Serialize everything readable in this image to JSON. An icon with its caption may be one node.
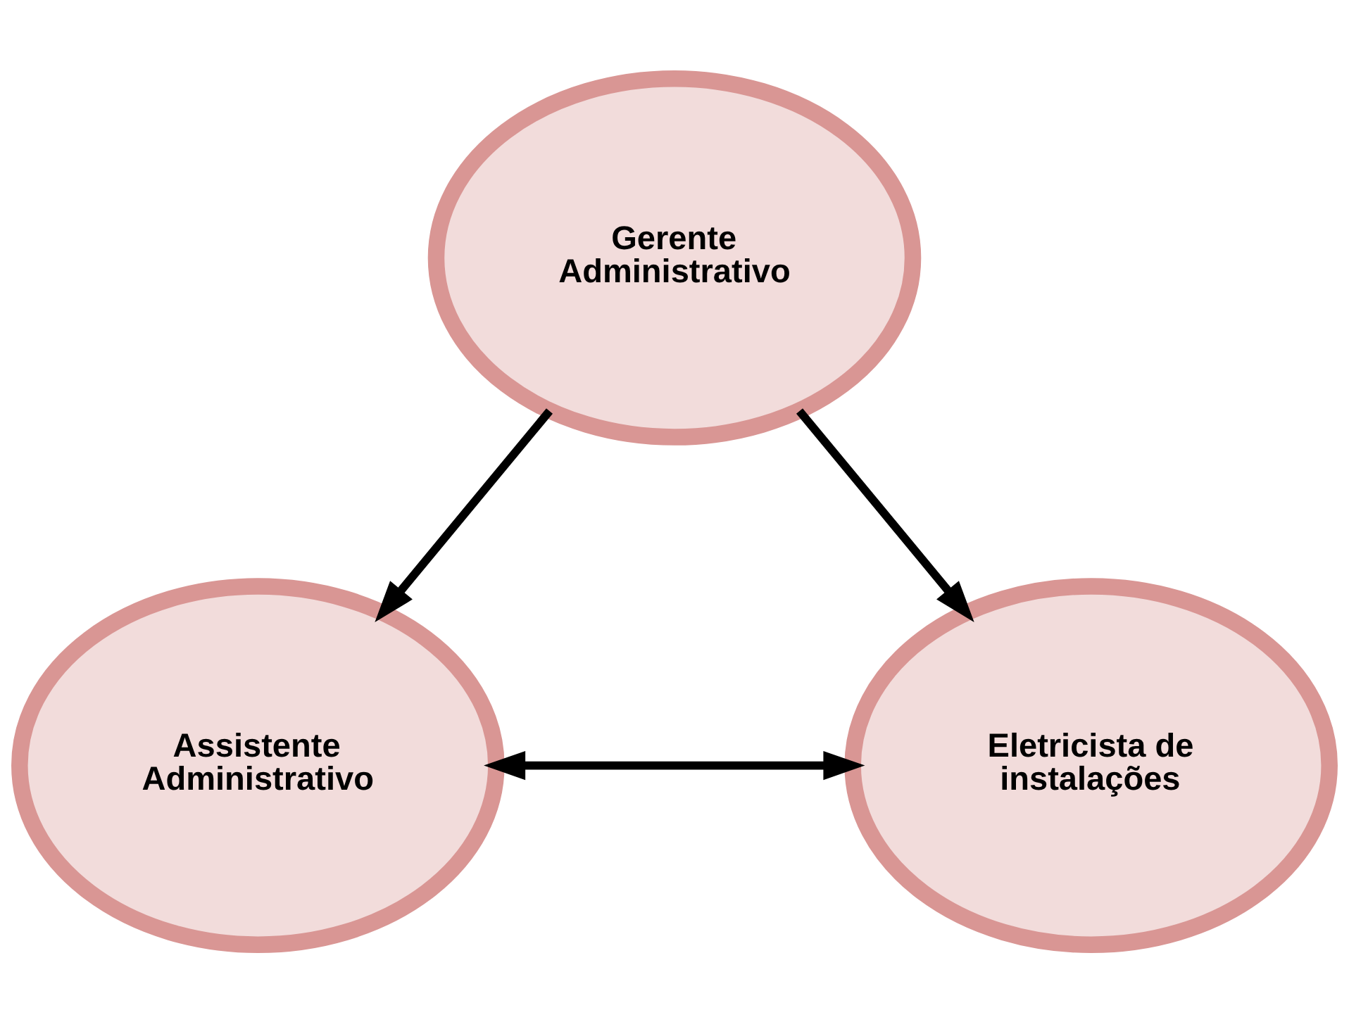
{
  "diagram": {
    "nodes": [
      {
        "text": [
          "Gerente Administrativo"
        ]
      },
      {
        "text": [
          "Assistente Administrativo"
        ]
      },
      {
        "text": [
          "Eletricista de instalações"
        ]
      }
    ],
    "edges": [
      {
        "from": 0,
        "to": 1,
        "arrow": "to"
      },
      {
        "from": 0,
        "to": 2,
        "arrow": "to"
      },
      {
        "from": 1,
        "to": 2,
        "arrow": "both"
      }
    ]
  }
}
